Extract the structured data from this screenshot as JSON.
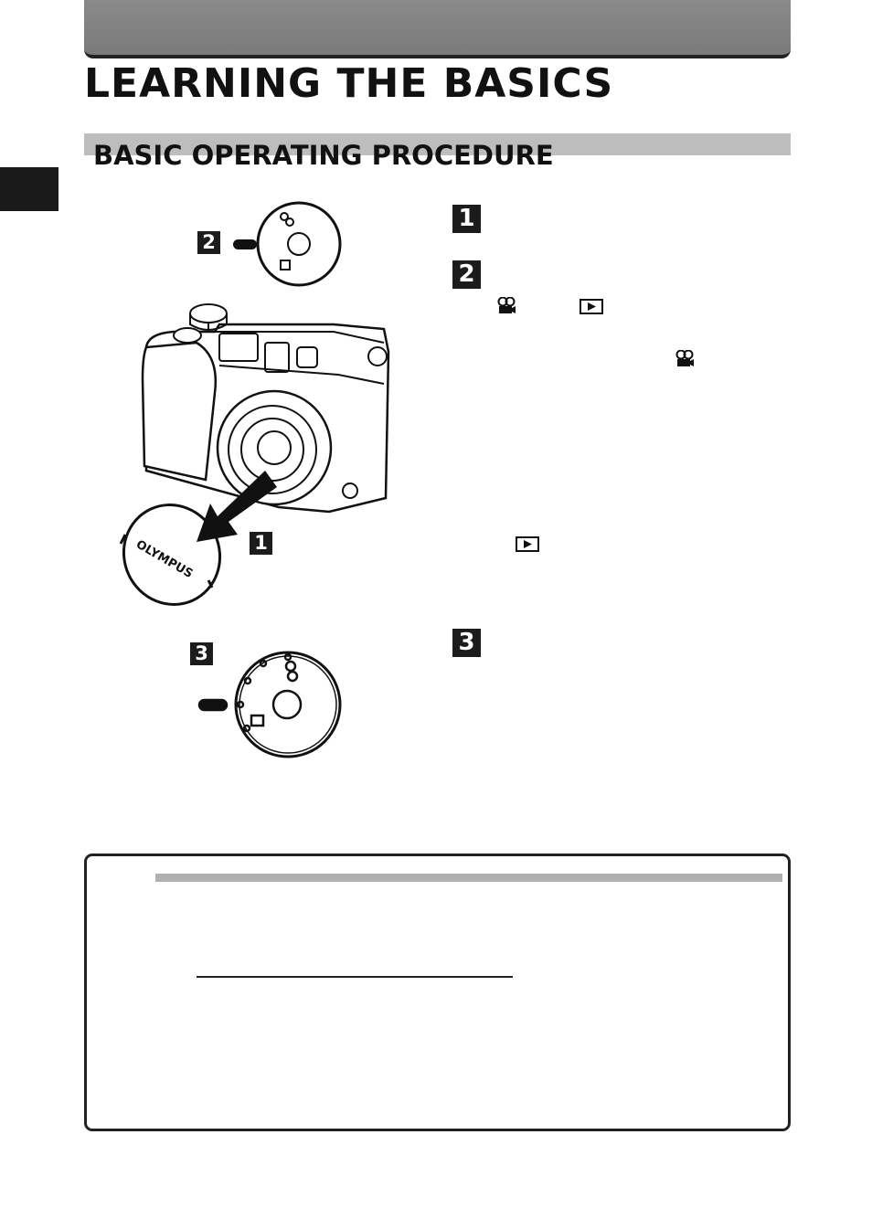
{
  "header": {
    "title": "LEARNING THE BASICS",
    "section_title": "BASIC OPERATING PROCEDURE"
  },
  "illustration": {
    "callouts": [
      "2",
      "1",
      "3"
    ],
    "lens_cap_text": "OLYMPUS"
  },
  "steps": [
    {
      "number": "1"
    },
    {
      "number": "2"
    },
    {
      "number": "3"
    }
  ],
  "icons": {
    "movie": "movie-mode-icon",
    "playback": "playback-mode-icon"
  }
}
